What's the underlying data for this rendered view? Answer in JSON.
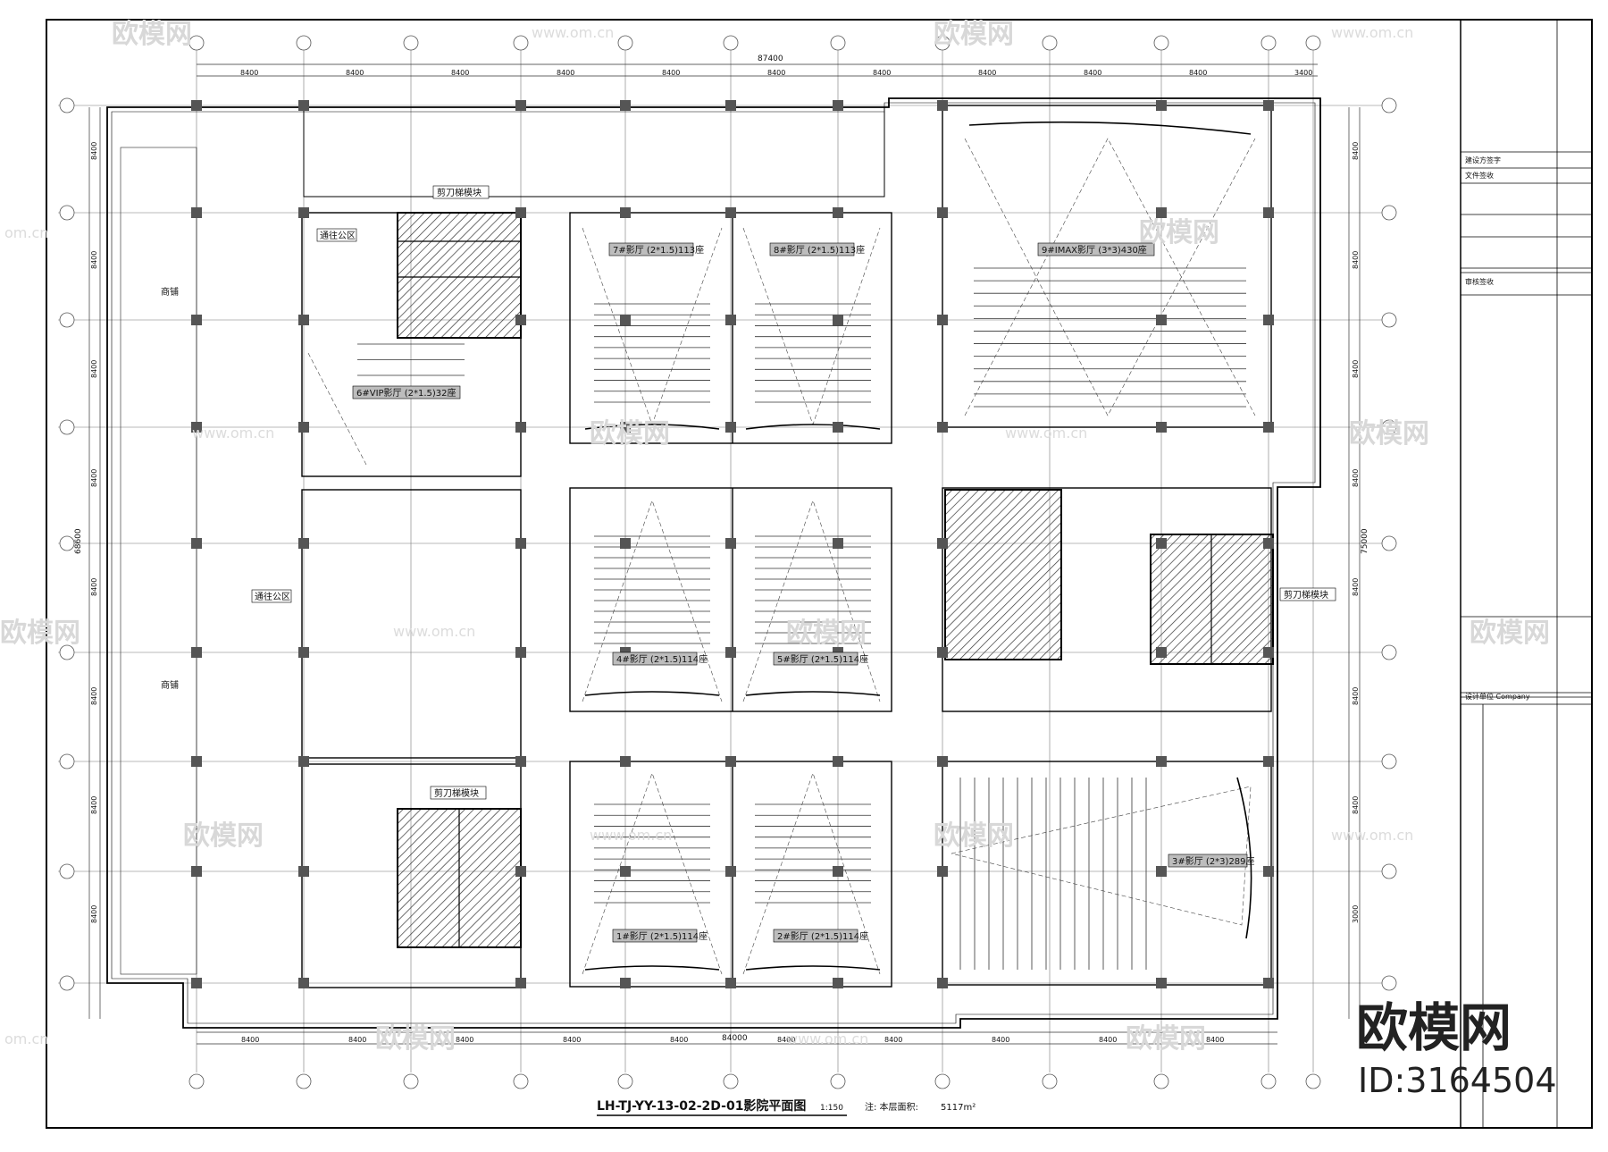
{
  "drawing": {
    "title": "LH-TJ-YY-13-02-2D-01影院平面图",
    "scale": "1:150",
    "note_prefix": "注: 本层面积:",
    "area_value": "5117m²"
  },
  "overall_dimensions": {
    "top_total": "87400",
    "bottom_total": "84000",
    "top_spans": [
      "8400",
      "8400",
      "8400",
      "8400",
      "8400",
      "8400",
      "8400",
      "8400",
      "8400",
      "8400",
      "3400"
    ],
    "bottom_spans": [
      "8400",
      "8400",
      "8400",
      "8400",
      "8400",
      "8400",
      "8400",
      "8400",
      "8400",
      "8400"
    ],
    "left_spans": [
      "8400",
      "8400",
      "8400",
      "8400",
      "8400",
      "8400",
      "8400",
      "8400"
    ],
    "right_spans": [
      "8400",
      "8400",
      "8400",
      "8400",
      "8400",
      "8400",
      "8400",
      "3000"
    ],
    "left_total": "68600",
    "right_total": "75000"
  },
  "halls": [
    {
      "id": "hall-7",
      "label": "7#影厅 (2*1.5)113座"
    },
    {
      "id": "hall-8",
      "label": "8#影厅 (2*1.5)113座"
    },
    {
      "id": "hall-9",
      "label": "9#IMAX影厅 (3*3)430座"
    },
    {
      "id": "hall-6",
      "label": "6#VIP影厅 (2*1.5)32座"
    },
    {
      "id": "hall-4",
      "label": "4#影厅 (2*1.5)114座"
    },
    {
      "id": "hall-5",
      "label": "5#影厅 (2*1.5)114座"
    },
    {
      "id": "hall-1",
      "label": "1#影厅 (2*1.5)114座"
    },
    {
      "id": "hall-2",
      "label": "2#影厅 (2*1.5)114座"
    },
    {
      "id": "hall-3",
      "label": "3#影厅 (2*3)289座"
    }
  ],
  "modules": {
    "stair_top": "剪刀梯模块",
    "stair_right": "剪刀梯模块",
    "stair_bottom": "剪刀梯模块",
    "public_top": "通往公区",
    "public_mid": "通往公区"
  },
  "title_block": {
    "row1": "建设方签字",
    "row2": "文件签收",
    "row3": "审核签收",
    "row4": "设计单位 Company"
  },
  "watermark": {
    "brand": "欧模网",
    "site": "www.om.cn",
    "site_short": "om.cn",
    "id": "ID:3164504"
  }
}
